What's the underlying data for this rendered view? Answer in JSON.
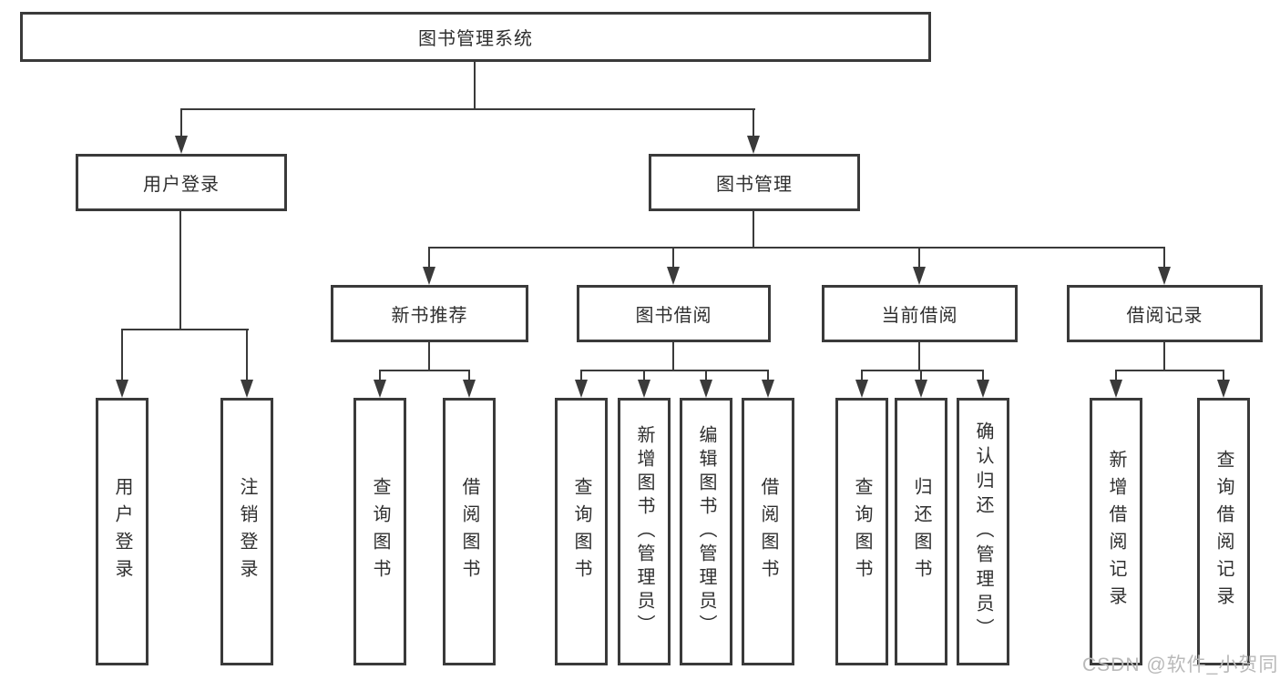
{
  "diagram": {
    "root": "图书管理系统",
    "branches": [
      {
        "label": "用户登录",
        "children": [
          "用户登录",
          "注销登录"
        ]
      },
      {
        "label": "图书管理",
        "children": [
          {
            "label": "新书推荐",
            "children": [
              "查询图书",
              "借阅图书"
            ]
          },
          {
            "label": "图书借阅",
            "children": [
              "查询图书",
              "新增图书（管理员）",
              "编辑图书（管理员）",
              "借阅图书"
            ]
          },
          {
            "label": "当前借阅",
            "children": [
              "查询图书",
              "归还图书",
              "确认归还（管理员）"
            ]
          },
          {
            "label": "借阅记录",
            "children": [
              "新增借阅记录",
              "查询借阅记录"
            ]
          }
        ]
      }
    ]
  },
  "watermark": "CSDN @软件_小贺同学",
  "colors": {
    "line": "#3a3a3a",
    "text": "#2f2f2f",
    "watermark": "#b9b9b9",
    "background": "#ffffff"
  }
}
